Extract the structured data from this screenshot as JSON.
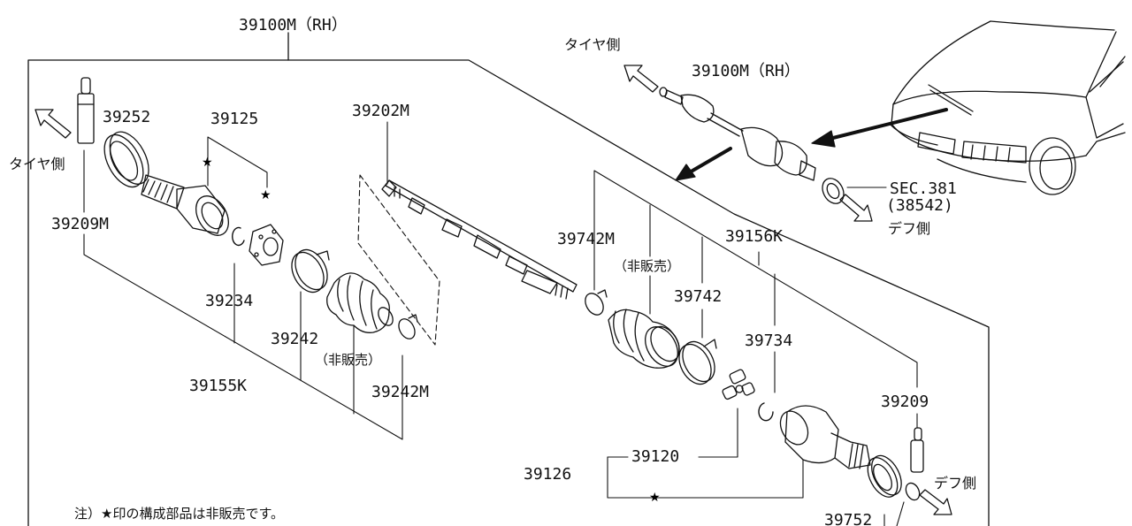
{
  "diagram": {
    "labels": {
      "assy_main": "39100M（RH）",
      "assy_small": "39100M（RH）",
      "tire_side_top": "タイヤ側",
      "tire_side_left": "タイヤ側",
      "diff_side_right": "デフ側",
      "diff_side_bottom": "デフ側",
      "sec": "SEC.381",
      "sec_sub": "(38542)",
      "p39252": "39252",
      "p39125": "39125",
      "p39202m": "39202M",
      "p39209m": "39209M",
      "p39234": "39234",
      "p39242": "39242",
      "not_sold_1": "（非販売）",
      "p39242m": "39242M",
      "p39155k": "39155K",
      "p39742m": "39742M",
      "not_sold_2": "（非販売）",
      "p39742": "39742",
      "p39156k": "39156K",
      "p39734": "39734",
      "p39209": "39209",
      "p39120": "39120",
      "p39126": "39126",
      "p39752": "39752",
      "note": "注）★印の構成部品は非販売です。"
    },
    "stars": [
      "★",
      "★",
      "★"
    ]
  }
}
